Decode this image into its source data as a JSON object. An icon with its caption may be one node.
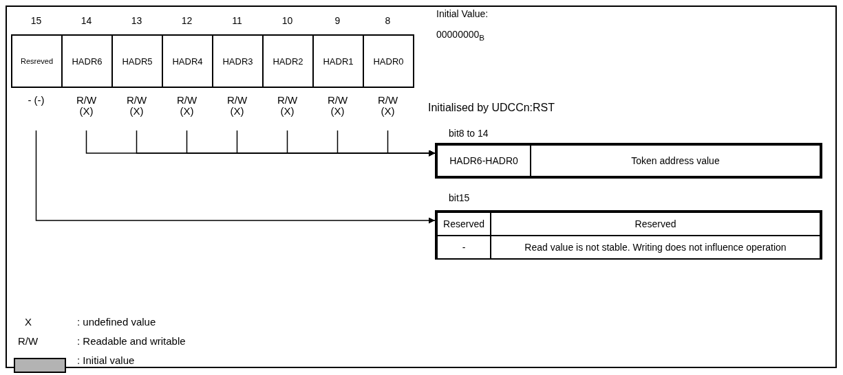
{
  "diagram": {
    "nodes": [
      {
        "text": [
          "15",
          "Resreved"
        ],
        "beside": [
          "- (-)"
        ]
      },
      {
        "text": [
          "14",
          "HADR6"
        ],
        "beside": [
          "R/W (X)"
        ]
      },
      {
        "text": [
          "13",
          "HADR5"
        ],
        "beside": [
          "R/W (X)"
        ]
      },
      {
        "text": [
          "12",
          "HADR4"
        ],
        "beside": [
          "R/W (X)"
        ]
      },
      {
        "text": [
          "11",
          "HADR3"
        ],
        "beside": [
          "R/W (X)"
        ]
      },
      {
        "text": [
          "10",
          "HADR2"
        ],
        "beside": [
          "R/W (X)"
        ]
      },
      {
        "text": [
          "9",
          "HADR1"
        ],
        "beside": [
          "R/W (X)"
        ]
      },
      {
        "text": [
          "8",
          "HADR0"
        ],
        "beside": [
          "R/W (X)"
        ]
      },
      {
        "text": [
          "bit8 to 14"
        ]
      },
      {
        "text": [
          "HADR6-HADR0"
        ],
        "in": 8
      },
      {
        "text": [
          "Token address value"
        ],
        "in": 8
      },
      {
        "text": [
          "bit15"
        ]
      },
      {
        "text": [
          "Reserved"
        ],
        "in": 11
      },
      {
        "text": [
          "Reserved"
        ],
        "in": 11
      },
      {
        "text": [
          "-"
        ],
        "in": 11
      },
      {
        "text": [
          "Read value is not stable. Writing does not influence operation"
        ],
        "in": 11
      }
    ],
    "edges": [
      {
        "from": 1,
        "to": 9,
        "arrow": "to"
      },
      {
        "from": 2,
        "to": 9,
        "arrow": "to"
      },
      {
        "from": 3,
        "to": 9,
        "arrow": "to"
      },
      {
        "from": 4,
        "to": 9,
        "arrow": "to"
      },
      {
        "from": 5,
        "to": 9,
        "arrow": "to"
      },
      {
        "from": 6,
        "to": 9,
        "arrow": "to"
      },
      {
        "from": 7,
        "to": 9,
        "arrow": "to"
      },
      {
        "from": 0,
        "to": 12,
        "arrow": "to"
      }
    ],
    "labels": [
      "Initial Value:",
      "00000000$_{B}$",
      "Initialised by UDCCn:RST",
      "X",
      "R/W"
    ],
    "legend": [
      {
        "text": ": undefined value"
      },
      {
        "text": ": Readable and writable"
      },
      {
        "text": ": Initial value",
        "color": "#b3b3b3"
      }
    ]
  }
}
